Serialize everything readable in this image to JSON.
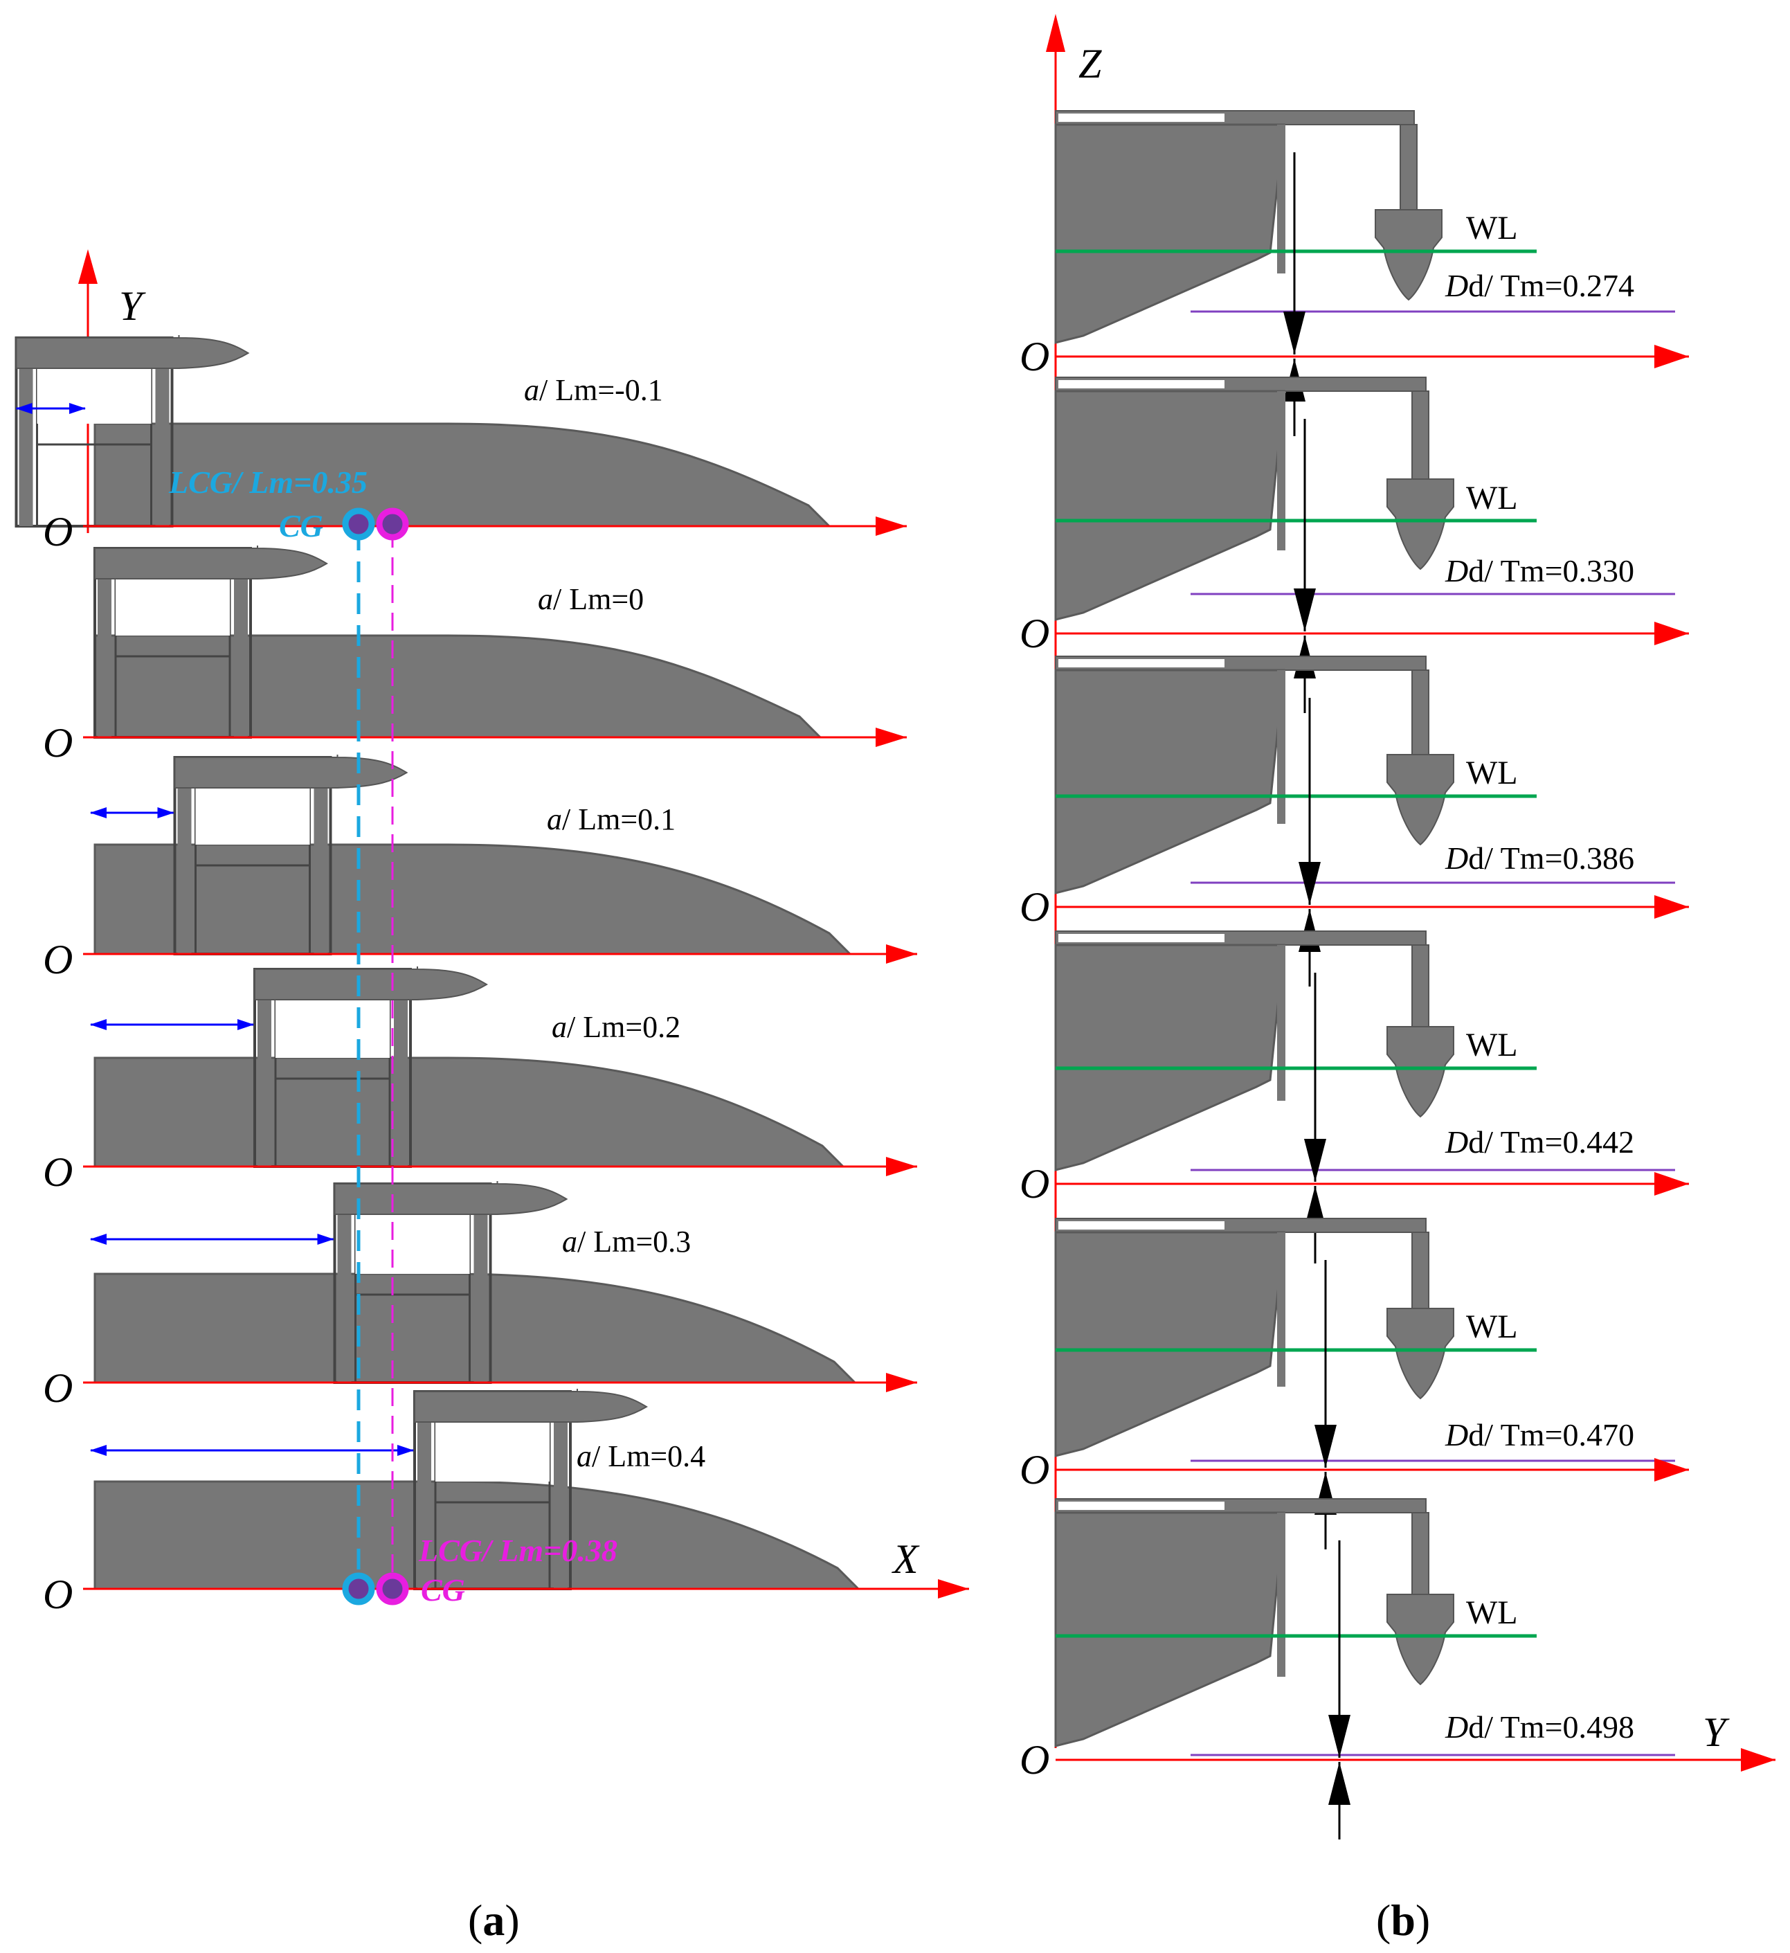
{
  "panel_a": {
    "caption": "(a)",
    "y_axis": "Y",
    "x_axis": "X",
    "origin": "O",
    "cases": [
      {
        "prefix": "a",
        "label": "/ Lm=-0.1",
        "ratio": -0.1
      },
      {
        "prefix": "a",
        "label": "/ Lm=0",
        "ratio": 0
      },
      {
        "prefix": "a",
        "label": "/ Lm=0.1",
        "ratio": 0.1
      },
      {
        "prefix": "a",
        "label": "/ Lm=0.2",
        "ratio": 0.2
      },
      {
        "prefix": "a",
        "label": "/ Lm=0.3",
        "ratio": 0.3
      },
      {
        "prefix": "a",
        "label": "/ Lm=0.4",
        "ratio": 0.4
      }
    ],
    "cg1": {
      "label": "LCG/ Lm=0.35",
      "lcg": "LCG",
      "tail": "/ Lm=0.35",
      "tag": "CG",
      "value": 0.35,
      "color": "#1ba8e0"
    },
    "cg2": {
      "label": "LCG/ Lm=0.38",
      "lcg": "LCG",
      "tail": "/ Lm=0.38",
      "tag": "CG",
      "value": 0.38,
      "color": "#e81ee0"
    }
  },
  "panel_b": {
    "caption": "(b)",
    "z_axis": "Z",
    "y_axis": "Y",
    "origin": "O",
    "waterline": "WL",
    "cases": [
      {
        "prefix": "D",
        "label": "d/ Tm=0.274",
        "ratio": 0.274
      },
      {
        "prefix": "D",
        "label": "d/ Tm=0.330",
        "ratio": 0.33
      },
      {
        "prefix": "D",
        "label": "d/ Tm=0.386",
        "ratio": 0.386
      },
      {
        "prefix": "D",
        "label": "d/ Tm=0.442",
        "ratio": 0.442
      },
      {
        "prefix": "D",
        "label": "d/ Tm=0.470",
        "ratio": 0.47
      },
      {
        "prefix": "D",
        "label": "d/ Tm=0.498",
        "ratio": 0.498
      }
    ]
  },
  "colors": {
    "axis": "#ff0000",
    "hull": "#777777",
    "dimension": "#0000ff",
    "waterline": "#00a650",
    "draft_line": "#8040c0",
    "cg1": "#1ba8e0",
    "cg2": "#e81ee0"
  }
}
